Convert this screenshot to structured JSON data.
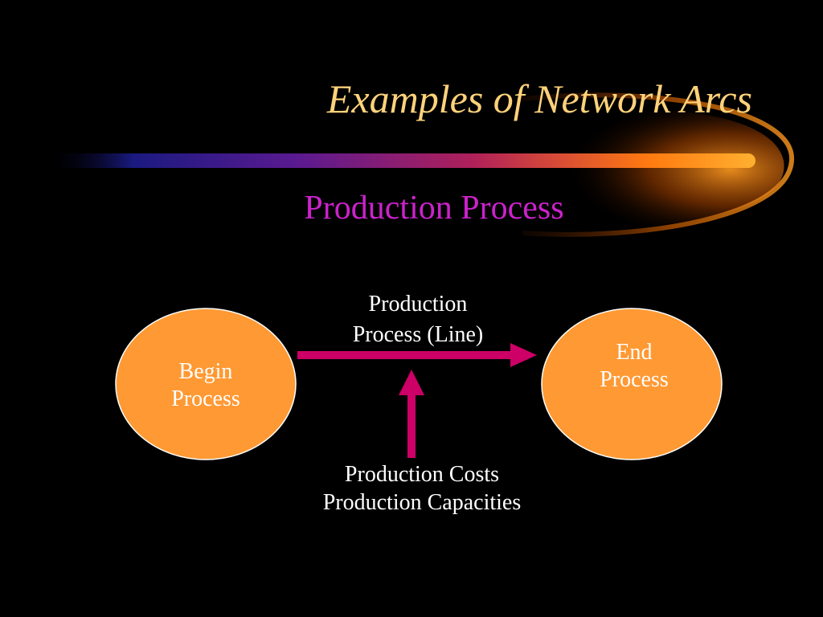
{
  "slide": {
    "title": "Examples of Network Arcs",
    "subtitle": "Production Process"
  },
  "diagram": {
    "begin_node": {
      "line1": "Begin",
      "line2": "Process"
    },
    "end_node": {
      "line1": "End",
      "line2": "Process"
    },
    "arc_label": {
      "line1": "Production",
      "line2": "Process (Line)"
    },
    "input_label": {
      "line1": "Production Costs",
      "line2": "Production Capacities"
    }
  },
  "colors": {
    "background": "#000000",
    "title": "#ffd27a",
    "subtitle": "#cc22cc",
    "node_fill": "#ff9933",
    "arrow": "#cc0066",
    "text": "#ffffff"
  }
}
